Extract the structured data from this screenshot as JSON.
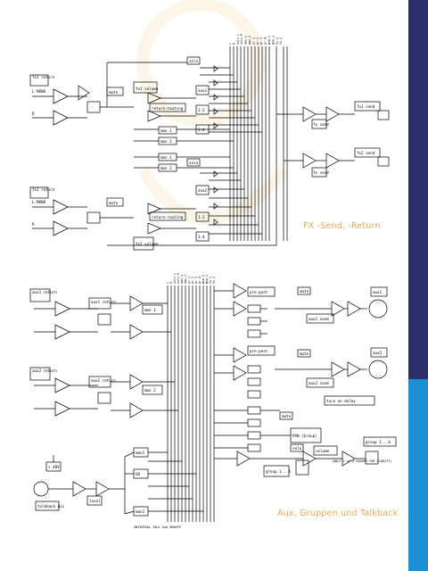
{
  "captions": {
    "top": "FX -Send, -Return",
    "bottom": "Aux, Gruppen und Talkback"
  },
  "top_section": {
    "fx1_return": "fx1 return",
    "fx2_return": "fx2 return",
    "fx1_volume": "fx1 volume",
    "fx2_volume": "fx2 volume",
    "mute": "mute",
    "return_routing": "return-routing",
    "mon1": "mon 1",
    "mon2": "mon 2",
    "solo": "solo",
    "aux1": "aux1",
    "aux2": "aux2",
    "group12": "1-2",
    "group34": "3-4",
    "fx1_send": "fx1 send",
    "fx2_send": "fx2 send",
    "fx_send_level": "fx send",
    "l_mono": "L-MONO",
    "r": "R",
    "bus_labels": [
      "L",
      "R",
      "solo L",
      "solo R",
      "aux 1",
      "aux 2",
      "gr 1",
      "gr 2",
      "gr 3",
      "gr 4",
      "mon 1",
      "mon 2",
      "fx 1",
      "fx 2"
    ]
  },
  "bottom_section": {
    "aux1_return": "aux1 return",
    "aux2_return": "aux2 return",
    "aux1_send": "aux1 send",
    "aux2_send": "aux2 send",
    "aux1_out": "aux1",
    "aux2_out": "aux2",
    "mon1": "mon 1",
    "mon2": "mon 2",
    "pre_post": "pre-post",
    "mute": "mute",
    "solo": "solo",
    "turn_on_delay": "turn on delay",
    "pan_group": "PAN (Group)",
    "group_outs": "group 1...4",
    "group_note": "(ONLY 1 of 4 GROUPS FOR CLARITY)",
    "volume": "volume",
    "talkback_mic": "talkback mic",
    "level": "level",
    "phantom": "+ 48V",
    "mon1_sw": "mon1",
    "gr_sw": "GR",
    "mon2_sw": "mon2",
    "universal_note": "UNIVERSAL TALK and GROUPS",
    "bus_labels": [
      "L",
      "R",
      "solo L",
      "solo R",
      "aux 1",
      "aux 2",
      "gr 1",
      "gr 2",
      "gr 3",
      "gr 4",
      "mon 1",
      "mon 2",
      "fx 1",
      "fx 2"
    ]
  }
}
